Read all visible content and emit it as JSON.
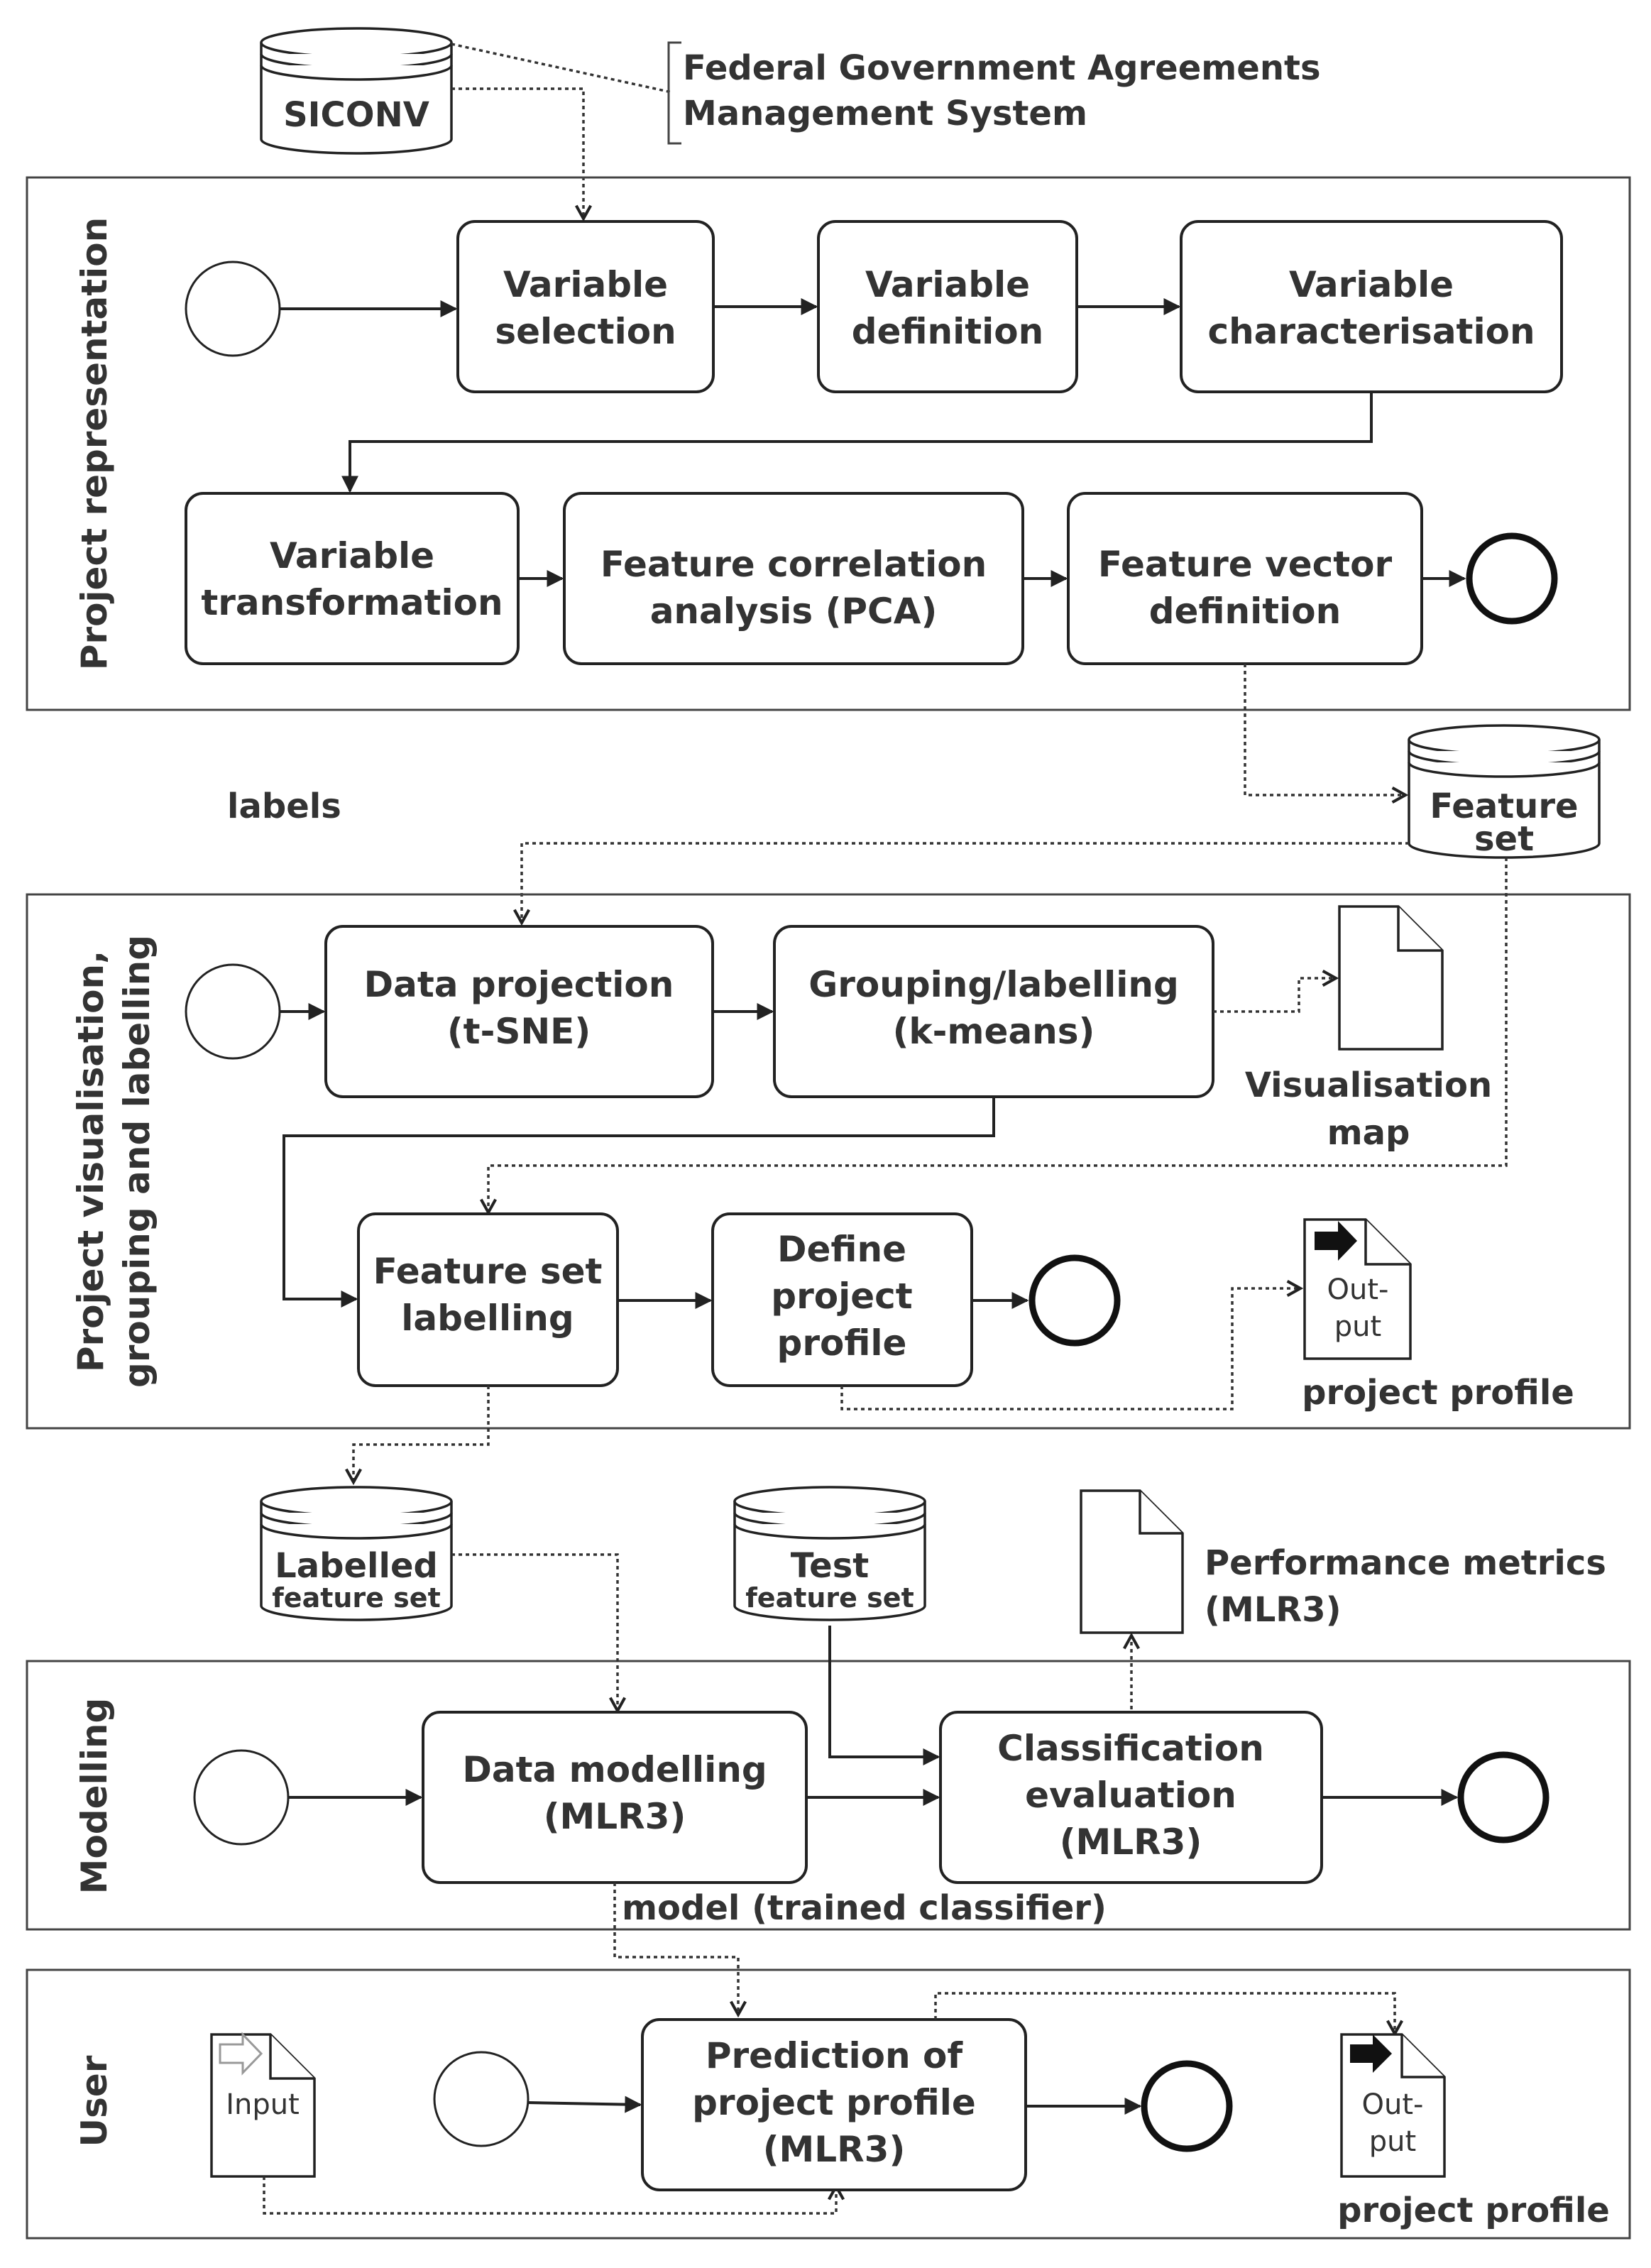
{
  "lanes": {
    "representation": "Project representation",
    "visualisation_1": "Project visualisation,",
    "visualisation_2": "grouping and labelling",
    "modelling": "Modelling",
    "user": "User"
  },
  "sources": {
    "siconv": "SICONV",
    "siconv_note_1": "Federal Government Agreements",
    "siconv_note_2": "Management System"
  },
  "tasks": {
    "variable_selection": [
      "Variable",
      "selection"
    ],
    "variable_definition": [
      "Variable",
      "definition"
    ],
    "variable_characterisation": [
      "Variable",
      "characterisation"
    ],
    "variable_transformation": [
      "Variable",
      "transformation"
    ],
    "feature_correlation": [
      "Feature correlation",
      "analysis (PCA)"
    ],
    "feature_vector": [
      "Feature vector",
      "definition"
    ],
    "data_projection": [
      "Data projection",
      "(t-SNE)"
    ],
    "grouping_labelling": [
      "Grouping/labelling",
      "(k-means)"
    ],
    "feature_set_labelling": [
      "Feature set",
      "labelling"
    ],
    "define_project_profile": [
      "Define",
      "project",
      "profile"
    ],
    "data_modelling": [
      "Data modelling",
      "(MLR3)"
    ],
    "classification_evaluation": [
      "Classification",
      "evaluation",
      "(MLR3)"
    ],
    "prediction": [
      "Prediction of",
      "project profile",
      "(MLR3)"
    ]
  },
  "data_stores": {
    "feature_set": [
      "Feature",
      "set"
    ],
    "labelled_feature_set": [
      "Labelled",
      "feature set"
    ],
    "test_feature_set": [
      "Test",
      "feature set"
    ]
  },
  "documents": {
    "visualisation_map": [
      "Visualisation",
      "map"
    ],
    "output_doc": [
      "Out-",
      "put"
    ],
    "input_doc": "Input",
    "performance_metrics": [
      "Performance metrics",
      "(MLR3)"
    ]
  },
  "labels": {
    "labels": "labels",
    "project_profile_1": "project profile",
    "project_profile_2": "project profile",
    "model": "model (trained classifier)"
  }
}
